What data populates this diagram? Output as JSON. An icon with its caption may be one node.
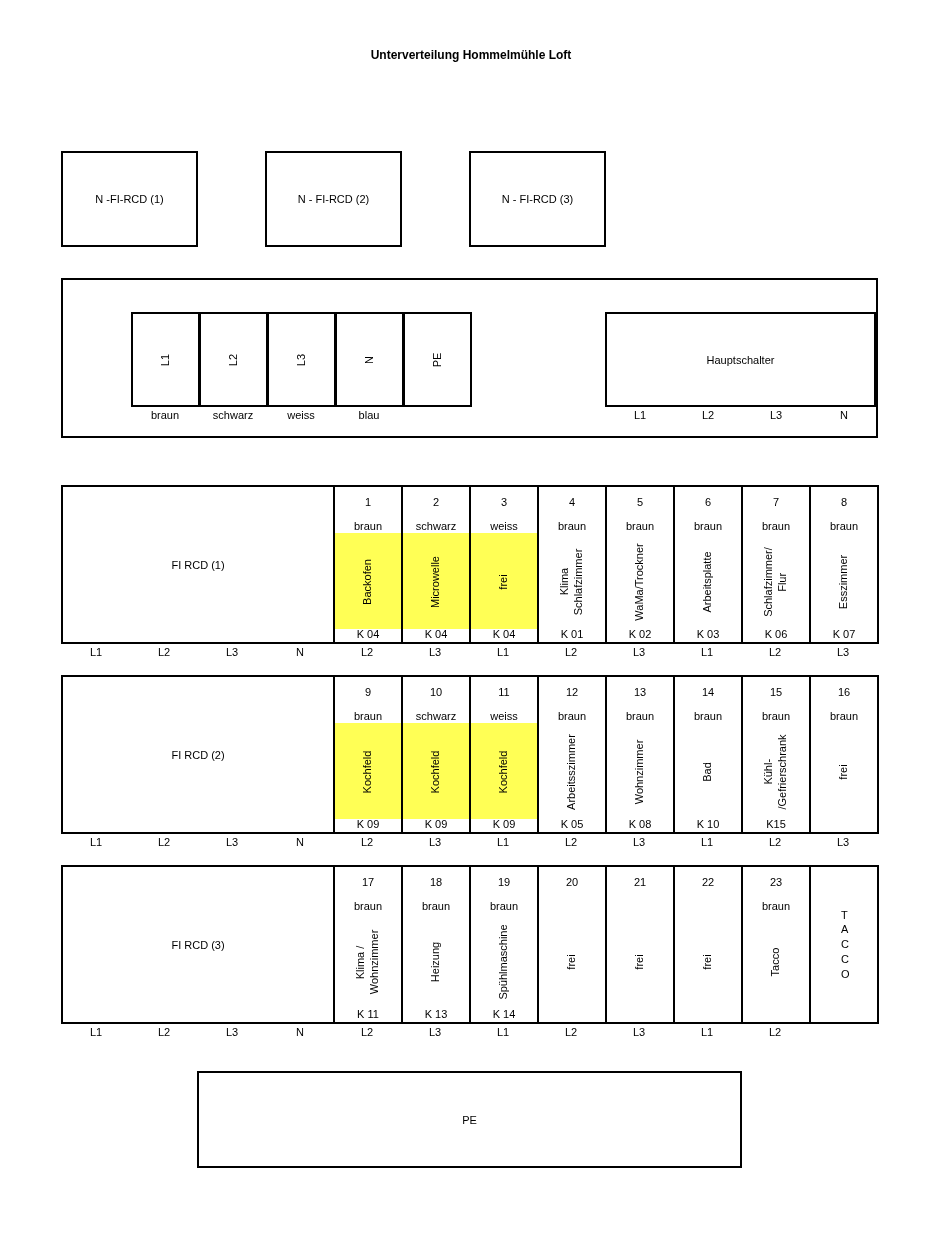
{
  "diagram": {
    "title": "Unterverteilung Hommelmühle Loft",
    "nodes": [
      {
        "text": [
          "N -FI-RCD (1)"
        ]
      },
      {
        "text": [
          "N - FI-RCD (2)"
        ]
      },
      {
        "text": [
          "N - FI-RCD (3)"
        ]
      },
      {
        "text": [],
        "shape": "box"
      },
      {
        "text": [
          "L1"
        ],
        "in": 3,
        "beside": [
          "braun"
        ]
      },
      {
        "text": [
          "L2"
        ],
        "in": 3,
        "beside": [
          "schwarz"
        ]
      },
      {
        "text": [
          "L3"
        ],
        "in": 3,
        "beside": [
          "weiss"
        ]
      },
      {
        "text": [
          "N"
        ],
        "in": 3,
        "beside": [
          "blau"
        ]
      },
      {
        "text": [
          "PE"
        ],
        "in": 3
      },
      {
        "text": [
          "Hauptschalter"
        ],
        "in": 3,
        "beside": [
          "L1",
          "L2",
          "L3",
          "N"
        ]
      },
      {
        "text": [
          "FI RCD (1)"
        ],
        "beside": [
          "L1",
          "L2",
          "L3",
          "N"
        ]
      },
      {
        "text": [
          "1",
          "braun",
          "Backofen",
          "K 04"
        ],
        "beside": [
          "L2"
        ]
      },
      {
        "text": [
          "2",
          "schwarz",
          "Microwelle",
          "K 04"
        ],
        "beside": [
          "L3"
        ]
      },
      {
        "text": [
          "3",
          "weiss",
          "frei",
          "K 04"
        ],
        "beside": [
          "L1"
        ]
      },
      {
        "text": [
          "4",
          "braun",
          "Klima Schlafzimmer",
          "K 01"
        ],
        "beside": [
          "L2"
        ]
      },
      {
        "text": [
          "5",
          "braun",
          "WaMa/Trockner",
          "K 02"
        ],
        "beside": [
          "L3"
        ]
      },
      {
        "text": [
          "6",
          "braun",
          "Arbeitsplatte",
          "K 03"
        ],
        "beside": [
          "L1"
        ]
      },
      {
        "text": [
          "7",
          "braun",
          "Schlafzimmer/ Flur",
          "K 06"
        ],
        "beside": [
          "L2"
        ]
      },
      {
        "text": [
          "8",
          "braun",
          "Esszimmer",
          "K 07"
        ],
        "beside": [
          "L3"
        ]
      },
      {
        "text": [
          "FI RCD (2)"
        ],
        "beside": [
          "L1",
          "L2",
          "L3",
          "N"
        ]
      },
      {
        "text": [
          "9",
          "braun",
          "Kochfeld",
          "K 09"
        ],
        "beside": [
          "L2"
        ]
      },
      {
        "text": [
          "10",
          "schwarz",
          "Kochfeld",
          "K 09"
        ],
        "beside": [
          "L3"
        ]
      },
      {
        "text": [
          "11",
          "weiss",
          "Kochfeld",
          "K 09"
        ],
        "beside": [
          "L1"
        ]
      },
      {
        "text": [
          "12",
          "braun",
          "Arbeitsszimmer",
          "K 05"
        ],
        "beside": [
          "L2"
        ]
      },
      {
        "text": [
          "13",
          "braun",
          "Wohnzimmer",
          "K 08"
        ],
        "beside": [
          "L3"
        ]
      },
      {
        "text": [
          "14",
          "braun",
          "Bad",
          "K 10"
        ],
        "beside": [
          "L1"
        ]
      },
      {
        "text": [
          "15",
          "braun",
          "Kühl- /Gefrierschrank",
          "K15"
        ],
        "beside": [
          "L2"
        ]
      },
      {
        "text": [
          "16",
          "braun",
          "frei"
        ],
        "beside": [
          "L3"
        ]
      },
      {
        "text": [
          "FI RCD (3)"
        ],
        "beside": [
          "L1",
          "L2",
          "L3",
          "N"
        ]
      },
      {
        "text": [
          "17",
          "braun",
          "Klima / Wohnzimmer",
          "K 11"
        ],
        "beside": [
          "L2"
        ]
      },
      {
        "text": [
          "18",
          "braun",
          "Heizung",
          "K 13"
        ],
        "beside": [
          "L3"
        ]
      },
      {
        "text": [
          "19",
          "braun",
          "Spühlmaschine",
          "K 14"
        ],
        "beside": [
          "L1"
        ]
      },
      {
        "text": [
          "20",
          "frei"
        ],
        "beside": [
          "L2"
        ]
      },
      {
        "text": [
          "21",
          "frei"
        ],
        "beside": [
          "L3"
        ]
      },
      {
        "text": [
          "22",
          "frei"
        ],
        "beside": [
          "L1"
        ]
      },
      {
        "text": [
          "23",
          "braun",
          "Tacco"
        ],
        "beside": [
          "L2"
        ]
      },
      {
        "text": [
          "T A C C O"
        ]
      },
      {
        "text": [
          "PE"
        ]
      }
    ]
  }
}
